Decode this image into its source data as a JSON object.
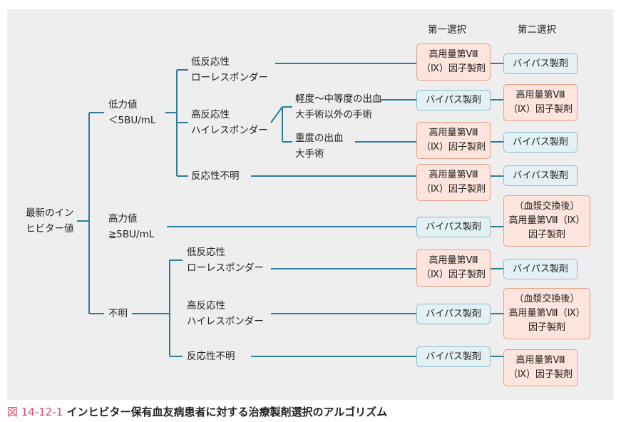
{
  "headers": {
    "first": "第一選択",
    "second": "第二選択"
  },
  "labels": {
    "root": "最新のイン\nヒビター値",
    "low_titer": "低力値\n＜5BU/mL",
    "high_titer": "高力値\n≧5BU/mL",
    "unknown": "不明",
    "low_lr": "低反応性\nローレスポンダー",
    "low_hr": "高反応性\nハイレスポンダー",
    "low_unknown": "反応性不明",
    "hr_mild": "軽度～中等度の出血\n大手術以外の手術",
    "hr_severe": "重度の出血\n大手術",
    "unk_lr": "低反応性\nローレスポンダー",
    "unk_hr": "高反応性\nハイレスポンダー",
    "unk_unknown": "反応性不明"
  },
  "boxes": {
    "r1_first": "高用量第Ⅷ\n（Ⅸ）因子製剤",
    "r1_second": "バイパス製剤",
    "r2_first": "バイパス製剤",
    "r2_second": "高用量第Ⅷ\n（Ⅸ）因子製剤",
    "r3_first": "高用量第Ⅷ\n（Ⅸ）因子製剤",
    "r3_second": "バイパス製剤",
    "r4_first": "高用量第Ⅷ\n（Ⅸ）因子製剤",
    "r4_second": "バイパス製剤",
    "r5_first": "バイパス製剤",
    "r5_second": "（血漿交換後）\n高用量第Ⅷ（Ⅸ）\n因子製剤",
    "r6_first": "高用量第Ⅷ\n（Ⅸ）因子製剤",
    "r6_second": "バイパス製剤",
    "r7_first": "バイパス製剤",
    "r7_second": "（血漿交換後）\n高用量第Ⅷ（Ⅸ）\n因子製剤",
    "r8_first": "バイパス製剤",
    "r8_second": "高用量第Ⅷ\n（Ⅸ）因子製剤"
  },
  "caption": {
    "number": "図 14-12-1",
    "title": "インヒビター保有血友病患者に対する治療製剤選択のアルゴリズム"
  },
  "colors": {
    "line": "#2c7f9c",
    "red_fill": "#fde4dc",
    "red_border": "#e89d86",
    "blue_fill": "#e4f1f4",
    "blue_border": "#8cbccb",
    "caption_num": "#d9506a"
  }
}
